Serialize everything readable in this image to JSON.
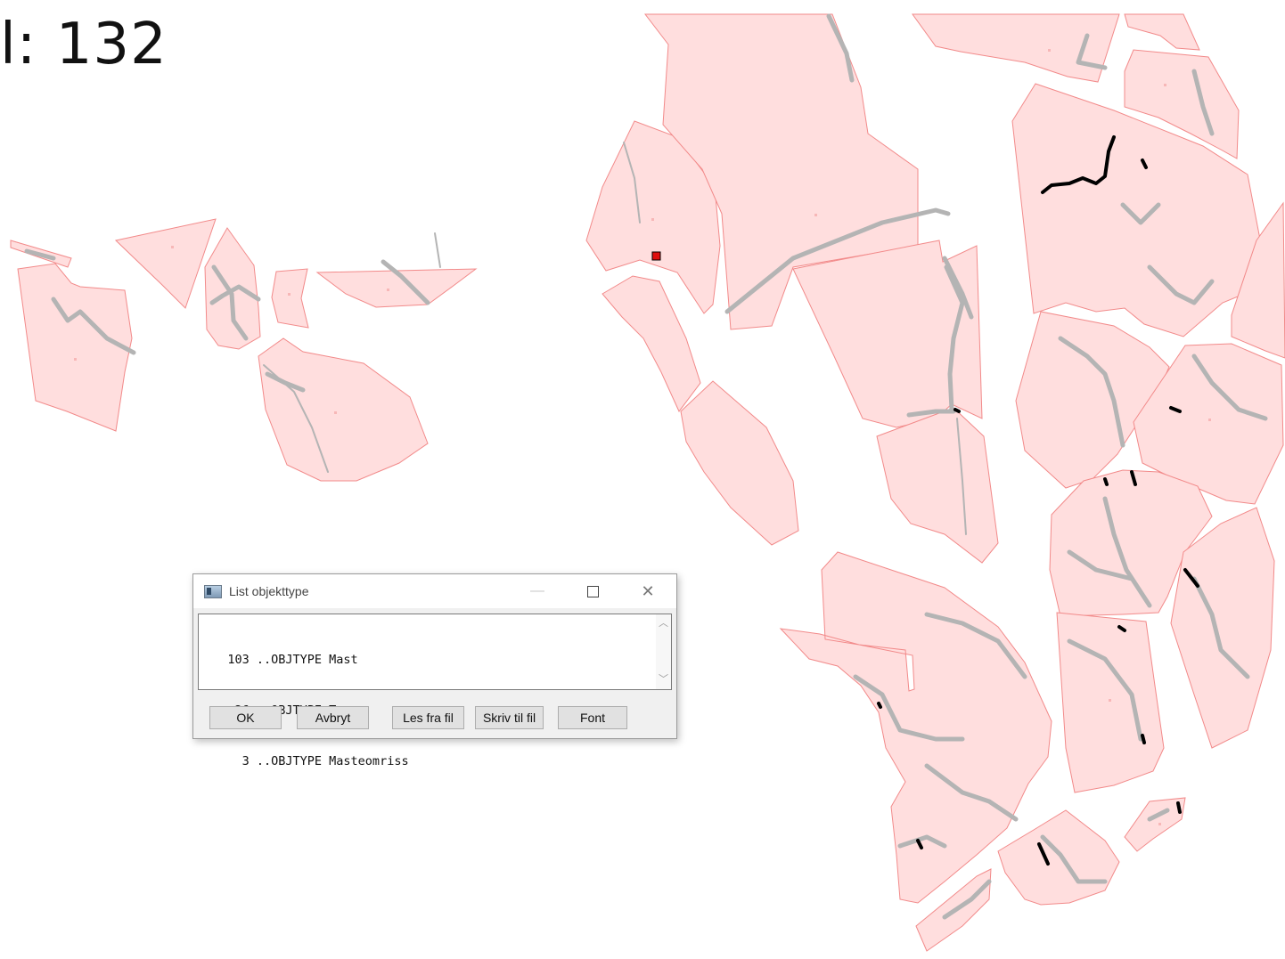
{
  "slide": {
    "title": "l: 132"
  },
  "dialog": {
    "title": "List objekttype",
    "list_lines": [
      "   103 ..OBJTYPE Mast",
      "    26 ..OBJTYPE Trase",
      "     3 ..OBJTYPE Masteomriss"
    ],
    "buttons": {
      "ok": "OK",
      "cancel": "Avbryt",
      "read_file": "Les fra fil",
      "write_file": "Skriv til fil",
      "font": "Font"
    }
  },
  "colors": {
    "parcel_fill": "#ffdede",
    "parcel_stroke": "#f28a8a",
    "track": "#b4b4b4",
    "mast": "#000000",
    "selected_marker": "#e01010"
  }
}
